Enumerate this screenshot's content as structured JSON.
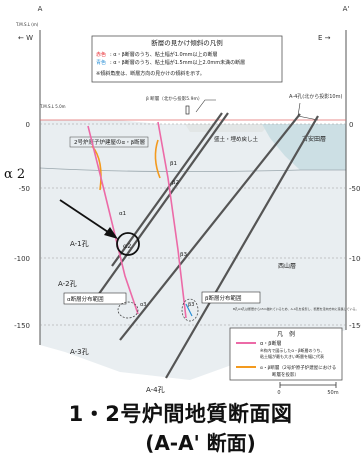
{
  "legend_top": {
    "title": "断層の見かけ傾斜の凡例",
    "line1_tag": "赤色",
    "line1_text": ": α・β断層のうち、粘土幅が1.0mm以上の断層",
    "line2_tag": "青色",
    "line2_text": ": α・β断層のうち、粘土幅が1.5mm以上2.0mm未満の断層",
    "note": "※傾斜角度は、断層方向の見かけの傾斜を示す。",
    "colors": {
      "red": "#e8232a",
      "blue": "#2a8fd6"
    }
  },
  "axis": {
    "west_label": "← W",
    "east_label": "E →",
    "left_end_label": "A",
    "right_end_label": "A'",
    "elev_unit": "T.M.S.L (m)",
    "ticks_left": [
      "0",
      "-50",
      "-100",
      "-150"
    ],
    "ticks_right": [
      "0",
      "-50",
      "-100",
      "-150"
    ],
    "tms_label": "T.M.S.L 5.0m"
  },
  "labels": {
    "beta_fault_note": "β 断層（北から投影5.9m）",
    "a4_hole_top": "A-4孔(北から投影10m)",
    "fault_in_plant": "2号炉原子炉建屋のα・β断層",
    "fill_label": "盛土・埋め戻し土",
    "old_anden": "古安田層",
    "nishiyama": "西山層",
    "alpha1": "α1",
    "alpha2_circle": "α2",
    "beta1": "β1",
    "beta2": "β2",
    "beta3": "β3",
    "alpha3": "α3",
    "beta3b": "β3",
    "callout_alpha2": "α 2",
    "hole_a1": "A-1孔",
    "hole_a2": "A-2孔",
    "hole_a3": "A-3孔",
    "hole_a4": "A-4孔",
    "alpha_range": "α断層分布範囲",
    "beta_range": "β断層分布範囲",
    "projection_note": "B孔A4孔は断層から15m離れているため、A-4孔を投影し、断層を走向方向に延長している。"
  },
  "legend_bottom": {
    "title": "凡　例",
    "item1_line1": "α・β断層",
    "item1_line2": "※枠内で図示したα・β断層のうち、",
    "item1_line3": "粘土幅が最も大きい断層を幅に代表",
    "item2_line1": "α・β断層（2号炉原子炉建屋における",
    "item2_line2": "断層を投影）",
    "pink": "#ec6aa7",
    "orange": "#f39a1e"
  },
  "scale": {
    "zero": "0",
    "fifty": "50m"
  },
  "caption": {
    "line1": "1・2号炉間地質断面図",
    "line2": "(A-A' 断面)"
  }
}
